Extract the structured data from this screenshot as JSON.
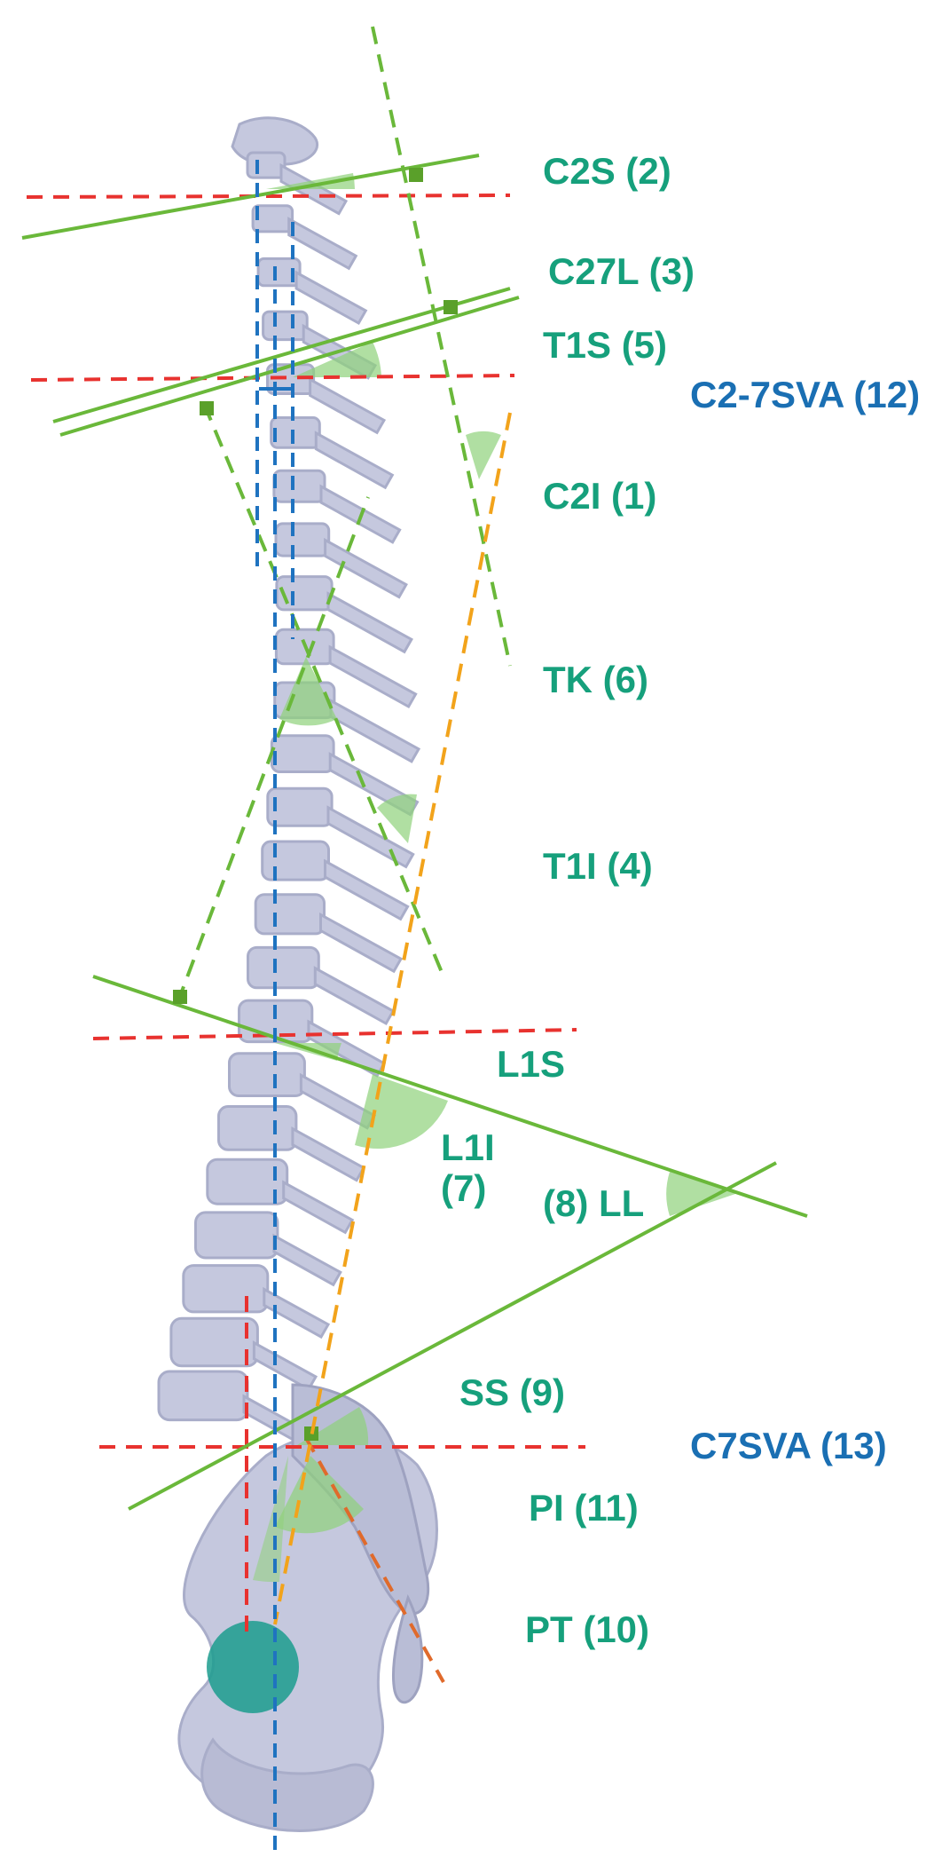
{
  "colors": {
    "bone": "#c5c8de",
    "bone_shade": "#a9adc9",
    "label_green": "#16a07c",
    "label_blue": "#1a6fb3",
    "reference_red": "#e8322f",
    "tangent_green": "#6ab83a",
    "angle_fill": "#8fd27a",
    "plumb_blue": "#1f73c0",
    "axis_orange": "#f2a31b",
    "femoral_head": "#1b9c8e"
  },
  "labels": {
    "c2s": "C2S (2)",
    "c27l": "C27L (3)",
    "t1s": "T1S (5)",
    "c27sva": "C2-7SVA (12)",
    "c2i": "C2I (1)",
    "tk": "TK (6)",
    "t1i": "T1I (4)",
    "l1s": "L1S",
    "l1i": "L1I",
    "l1i_num": "(7)",
    "ll": "(8) LL",
    "ss": "SS (9)",
    "c7sva": "C7SVA (13)",
    "pi": "PI (11)",
    "pt": "PT (10)"
  }
}
